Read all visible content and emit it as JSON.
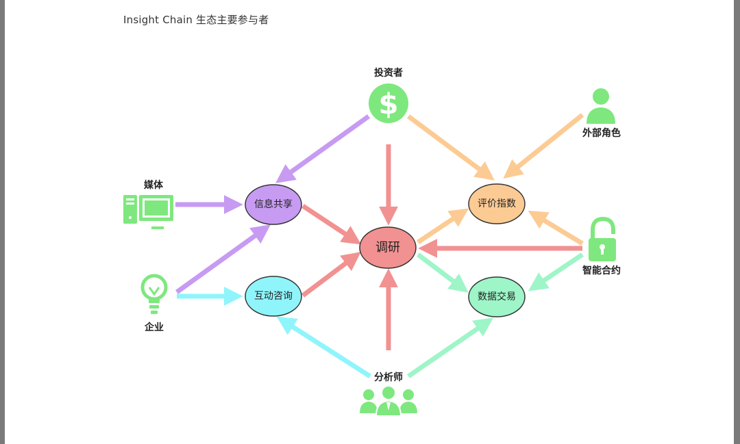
{
  "title": "Insight Chain 生态主要参与者",
  "colors": {
    "purple": "#c79bf2",
    "cyan": "#8ff5fb",
    "red": "#f29191",
    "orange": "#fccb94",
    "mint": "#9ef5c8",
    "icon_green": "#7ee87e"
  },
  "actors": {
    "investor": {
      "label": "投资者",
      "icon": "dollar-coin-icon"
    },
    "external": {
      "label": "外部角色",
      "icon": "person-icon"
    },
    "media": {
      "label": "媒体",
      "icon": "computer-icon"
    },
    "enterprise": {
      "label": "企业",
      "icon": "lightbulb-icon"
    },
    "smart_contract": {
      "label": "智能合约",
      "icon": "padlock-icon"
    },
    "analyst": {
      "label": "分析师",
      "icon": "people-group-icon"
    }
  },
  "nodes": {
    "info_share": "信息共享",
    "consult": "互动咨询",
    "research": "调研",
    "rating": "评价指数",
    "data_trade": "数据交易"
  }
}
